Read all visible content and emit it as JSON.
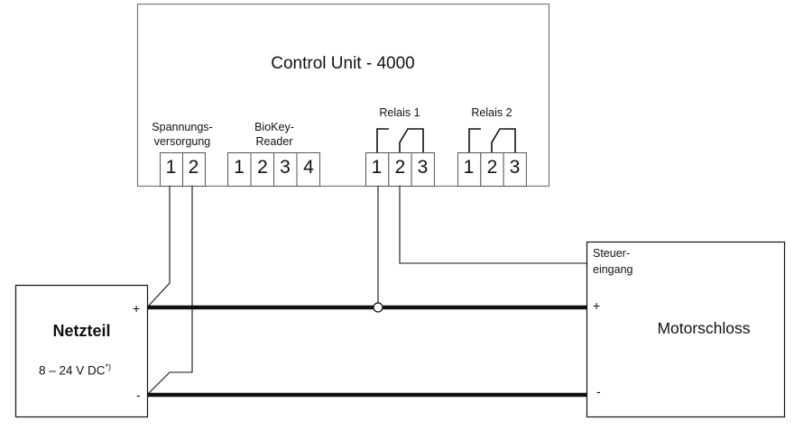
{
  "control_unit": {
    "title": "Control Unit - 4000",
    "terminals": [
      {
        "id": "power",
        "label_line1": "Spannungs-",
        "label_line2": "versorgung",
        "pins": [
          "1",
          "2"
        ]
      },
      {
        "id": "biokey",
        "label_line1": "BioKey-",
        "label_line2": "Reader",
        "pins": [
          "1",
          "2",
          "3",
          "4"
        ]
      },
      {
        "id": "relay1",
        "label_line1": "Relais 1",
        "label_line2": "",
        "pins": [
          "1",
          "2",
          "3"
        ]
      },
      {
        "id": "relay2",
        "label_line1": "Relais 2",
        "label_line2": "",
        "pins": [
          "1",
          "2",
          "3"
        ]
      }
    ]
  },
  "power_supply": {
    "title": "Netzteil",
    "voltage": "8 – 24 V DC",
    "footnote_mark": "*)",
    "plus_label": "+",
    "minus_label": "-"
  },
  "motor_lock": {
    "title": "Motorschloss",
    "control_input_line1": "Steuer-",
    "control_input_line2": "eingang",
    "plus_label": "+",
    "minus_label": "-"
  },
  "colors": {
    "line": "#111111",
    "box_border": "#555555",
    "background": "#ffffff"
  }
}
